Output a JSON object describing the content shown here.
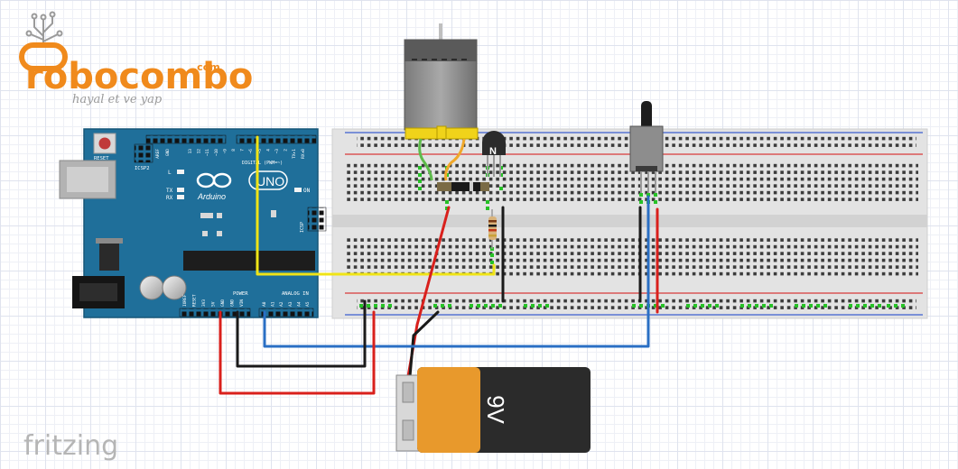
{
  "logo": {
    "brand": "robocombo",
    "tld": ".com",
    "tagline": "hayal et ve yap"
  },
  "watermark": "fritzing",
  "arduino": {
    "reset_label": "RESET",
    "icsp2_label": "ICSP2",
    "icsp_label": "ICSP",
    "l_label": "L",
    "tx_label": "TX",
    "rx_label": "RX",
    "on_label": "ON",
    "brand_label": "Arduino",
    "model_label": "UNO",
    "digital_label": "DIGITAL (PWM=~)",
    "power_label": "POWER",
    "analog_label": "ANALOG IN",
    "aref_label": "AREF",
    "gnd_label": "GND",
    "pin_labels_top": [
      "13",
      "12",
      "~11",
      "~10",
      "~9",
      "8",
      "7",
      "~6",
      "~5",
      "4",
      "~3",
      "2",
      "TX▸1",
      "RX◂0"
    ],
    "pin_labels_power": [
      "IOREF",
      "RESET",
      "3V3",
      "5V",
      "GND",
      "GND",
      "VIN"
    ],
    "pin_labels_analog": [
      "A0",
      "A1",
      "A2",
      "A3",
      "A4",
      "A5"
    ]
  },
  "transistor": {
    "label": "N"
  },
  "battery": {
    "label": "9V"
  },
  "colors": {
    "arduino_blue": "#1f6f9a",
    "wire_yellow": "#f0e416",
    "wire_red": "#d9201c",
    "wire_black": "#1a1a1a",
    "wire_blue": "#2a6fc4",
    "wire_green": "#5dbb4a",
    "wire_orange": "#f0a82a",
    "logo_orange": "#f08a1c",
    "battery_orange": "#e8992c",
    "battery_black": "#2b2b2b"
  },
  "icons": {
    "logo_icon": "circuit-tree-icon",
    "usb": "usb-port-icon",
    "power_jack": "dc-jack-icon"
  }
}
